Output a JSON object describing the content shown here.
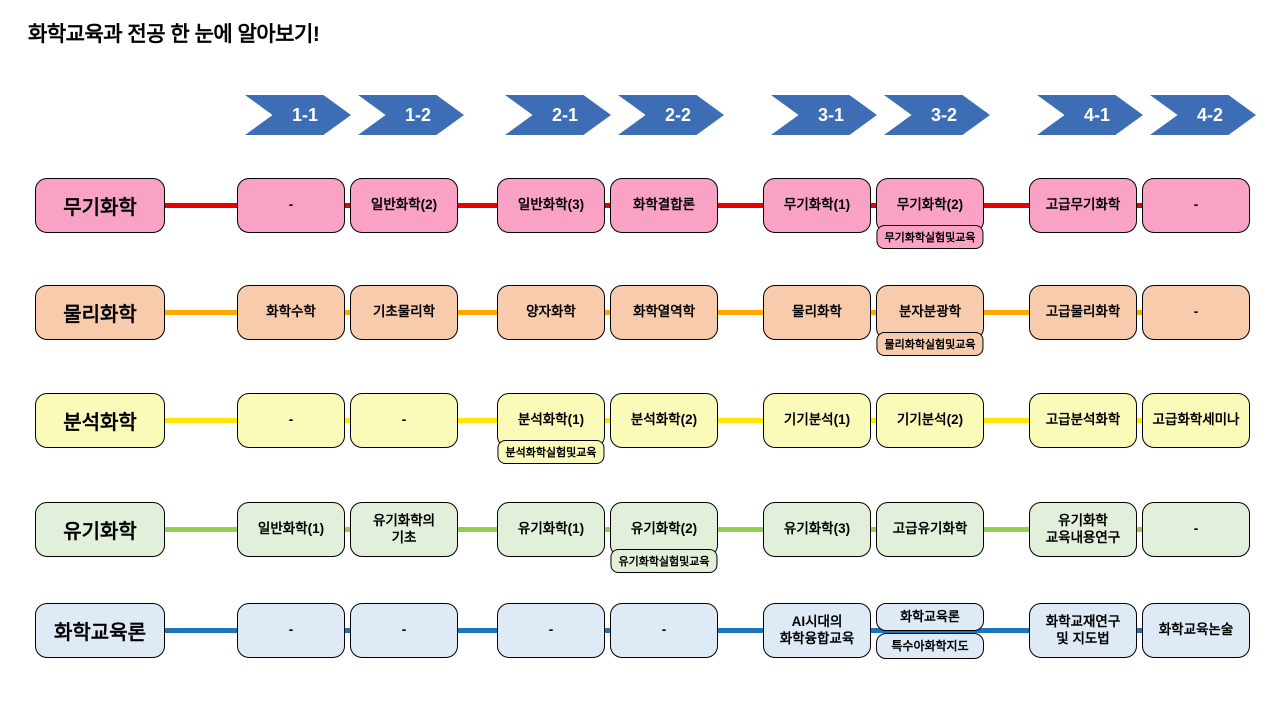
{
  "title": "화학교육과 전공 한 눈에 알아보기!",
  "colors": {
    "chevron": "#3D6EB5",
    "chevron-text": "#FFFFFF"
  },
  "semesters": [
    "1-1",
    "1-2",
    "2-1",
    "2-2",
    "3-1",
    "3-2",
    "4-1",
    "4-2"
  ],
  "rows": [
    {
      "label": "무기화학",
      "fill": "#F9A2C5",
      "line": "#E60000",
      "cells": [
        {
          "text": "-"
        },
        {
          "text": "일반화학(2)"
        },
        {
          "text": "일반화학(3)"
        },
        {
          "text": "화학결합론"
        },
        {
          "text": "무기화학(1)"
        },
        {
          "text": "무기화학(2)",
          "sub": "무기화학실험및교육"
        },
        {
          "text": "고급무기화학"
        },
        {
          "text": "-"
        }
      ]
    },
    {
      "label": "물리화학",
      "fill": "#F8CBAD",
      "line": "#FFA800",
      "cells": [
        {
          "text": "화학수학"
        },
        {
          "text": "기초물리학"
        },
        {
          "text": "양자화학"
        },
        {
          "text": "화학열역학"
        },
        {
          "text": "물리화학"
        },
        {
          "text": "분자분광학",
          "sub": "물리화학실험및교육"
        },
        {
          "text": "고급물리화학"
        },
        {
          "text": "-"
        }
      ]
    },
    {
      "label": "분석화학",
      "fill": "#FBFBB9",
      "line": "#FFE600",
      "cells": [
        {
          "text": "-"
        },
        {
          "text": "-"
        },
        {
          "text": "분석화학(1)",
          "sub": "분석화학실험및교육"
        },
        {
          "text": "분석화학(2)"
        },
        {
          "text": "기기분석(1)"
        },
        {
          "text": "기기분석(2)"
        },
        {
          "text": "고급분석화학"
        },
        {
          "text": "고급화학세미나"
        }
      ]
    },
    {
      "label": "유기화학",
      "fill": "#E2EFDA",
      "line": "#92D050",
      "cells": [
        {
          "text": "일반화학(1)"
        },
        {
          "text": "유기화학의\n기초"
        },
        {
          "text": "유기화학(1)"
        },
        {
          "text": "유기화학(2)",
          "sub": "유기화학실험및교육"
        },
        {
          "text": "유기화학(3)"
        },
        {
          "text": "고급유기화학"
        },
        {
          "text": "유기화학\n교육내용연구"
        },
        {
          "text": "-"
        }
      ]
    },
    {
      "label": "화학교육론",
      "fill": "#DEEAF6",
      "line": "#1B75BC",
      "cells": [
        {
          "text": "-"
        },
        {
          "text": "-"
        },
        {
          "text": "-"
        },
        {
          "text": "-"
        },
        {
          "text": "AI시대의\n화학융합교육"
        },
        {
          "text": "화학교육론",
          "sub": "특수아화학지도",
          "stacked": true
        },
        {
          "text": "화학교재연구\n및 지도법"
        },
        {
          "text": "화학교육논술"
        }
      ]
    }
  ]
}
